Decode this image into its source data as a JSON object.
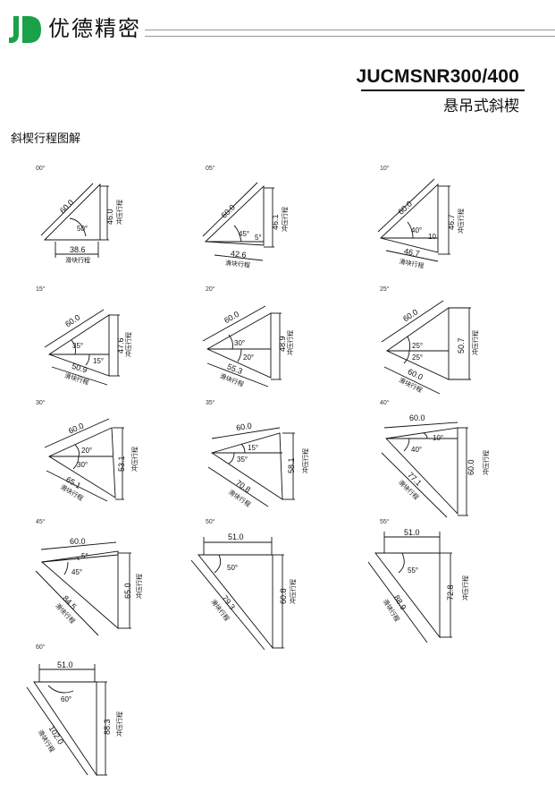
{
  "header": {
    "brand_name": "优德精密",
    "model": "JUCMSNR300/400",
    "subtitle": "悬吊式斜楔",
    "section_title": "斜楔行程图解",
    "brand_color": "#1aa14a"
  },
  "labels": {
    "slider_stroke": "滑块行程",
    "punch_stroke": "冲压行程"
  },
  "diagrams": [
    {
      "tag": "00°",
      "incline": "60.0",
      "angle1": "50°",
      "slider": "38.6",
      "punch": "46.0"
    },
    {
      "tag": "05°",
      "incline": "60.0",
      "angle1": "45°",
      "angle2": "5°",
      "slider": "42.6",
      "punch": "46.1"
    },
    {
      "tag": "10°",
      "incline": "60.0",
      "angle1": "40°",
      "angle2": "10",
      "slider": "46.7",
      "punch": "46.7"
    },
    {
      "tag": "15°",
      "incline": "60.0",
      "angle1": "35°",
      "angle2": "15°",
      "slider": "50.9",
      "punch": "47.6"
    },
    {
      "tag": "20°",
      "incline": "60.0",
      "angle1": "30°",
      "angle2": "20°",
      "slider": "55.3",
      "punch": "48.9"
    },
    {
      "tag": "25°",
      "incline": "60.0",
      "angle1": "25°",
      "angle2": "25°",
      "slider": "60.0",
      "punch": "50.7"
    },
    {
      "tag": "30°",
      "incline": "60.0",
      "angle1": "20°",
      "angle2": "30°",
      "slider": "65.1",
      "punch": "53.1"
    },
    {
      "tag": "35°",
      "incline": "60.0",
      "angle1": "15°",
      "angle2": "35°",
      "slider": "70.8",
      "punch": "58.1"
    },
    {
      "tag": "40°",
      "incline": "60.0",
      "angle1": "10°",
      "angle2": "40°",
      "slider": "77.1",
      "punch": "60.0"
    },
    {
      "tag": "45°",
      "incline": "60.0",
      "angle1": "5°",
      "angle2": "45°",
      "slider": "84.5",
      "punch": "65.0"
    },
    {
      "tag": "50°",
      "incline": "51.0",
      "angle1": "50°",
      "slider": "79.3",
      "punch": "60.8"
    },
    {
      "tag": "55°",
      "incline": "51.0",
      "angle1": "55°",
      "slider": "88.9",
      "punch": "72.8"
    },
    {
      "tag": "60°",
      "incline": "51.0",
      "angle1": "60°",
      "slider": "102.0",
      "punch": "88.3"
    }
  ]
}
